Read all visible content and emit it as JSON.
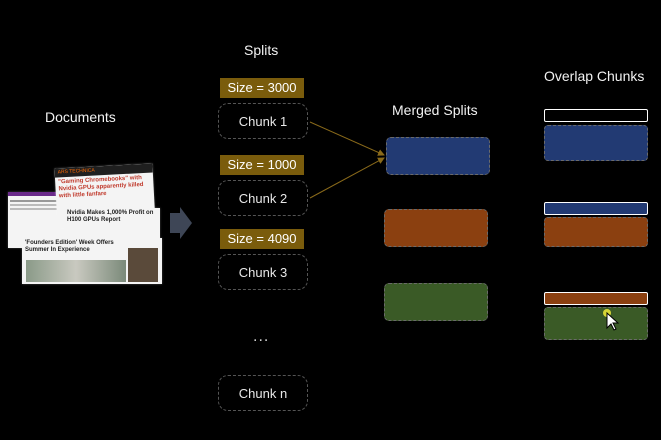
{
  "documents": {
    "heading": "Documents",
    "cards": [
      {
        "site": "ARS TECHNICA",
        "headline": "\"Gaming Chromebooks\" with Nvidia GPUs apparently killed with little fanfare"
      },
      {
        "site": "",
        "headline": "Nvidia Makes 1,000% Profit on H100 GPUs Report"
      },
      {
        "site": "",
        "headline": "'Founders Edition' Week Offers Summer In Experience"
      }
    ]
  },
  "splits": {
    "heading": "Splits",
    "items": [
      {
        "size": "Size = 3000",
        "label": "Chunk 1"
      },
      {
        "size": "Size = 1000",
        "label": "Chunk 2"
      },
      {
        "size": "Size = 4090",
        "label": "Chunk 3"
      },
      {
        "size": "",
        "label": "Chunk n"
      }
    ],
    "ellipsis": "..."
  },
  "merged": {
    "heading": "Merged Splits"
  },
  "overlap": {
    "heading": "Overlap Chunks"
  },
  "colors": {
    "size_tag": "#7a5c0c",
    "blue": "#223a73",
    "orange": "#8b4010",
    "green": "#3a5a26",
    "arrow": "#8a6a1a"
  },
  "icons": [
    "right-arrow-icon",
    "mouse-cursor-icon"
  ]
}
